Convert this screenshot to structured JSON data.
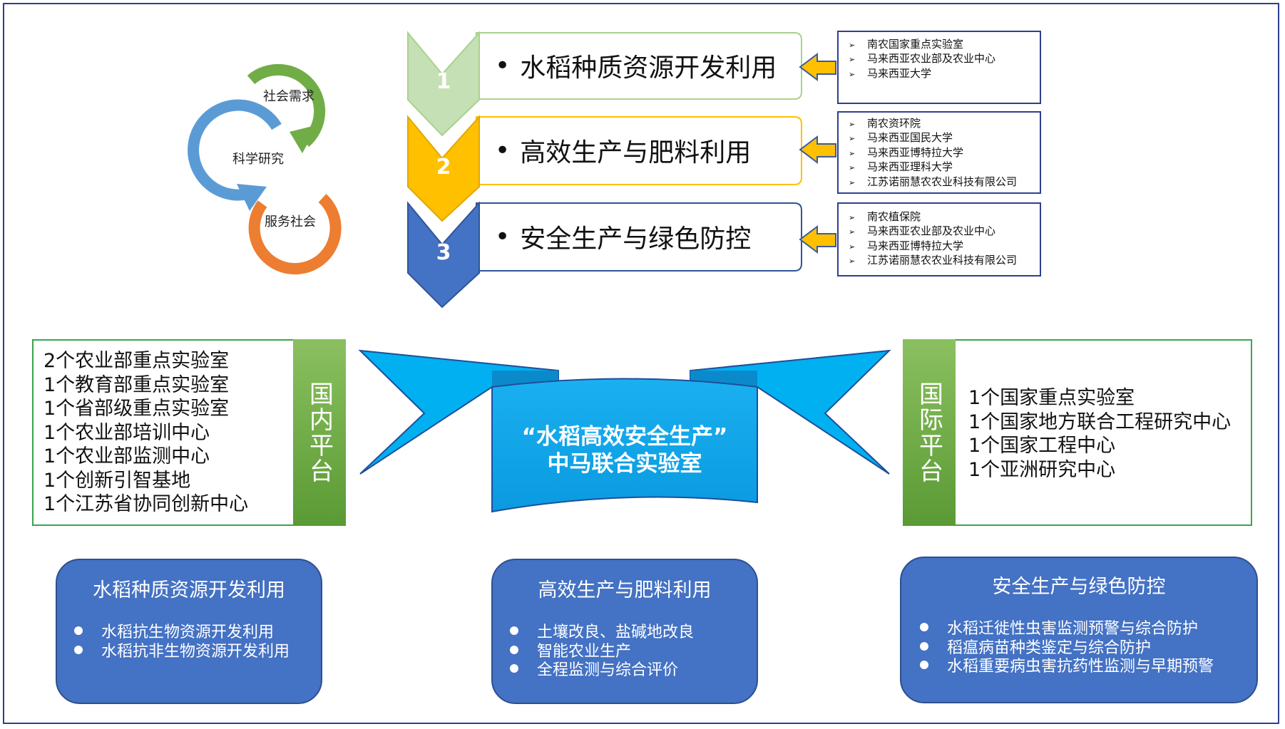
{
  "cycle": [
    "社会需求",
    "科学研究",
    "服务社会"
  ],
  "steps": [
    {
      "num": "1",
      "title": "水稻种质资源开发利用",
      "color": "#c5e0b4",
      "border": "#a9d18e",
      "sources": [
        "南农国家重点实验室",
        "马来西亚农业部及农业中心",
        "马来西亚大学"
      ]
    },
    {
      "num": "2",
      "title": "高效生产与肥料利用",
      "color": "#ffc000",
      "border": "#ffc000",
      "sources": [
        "南农资环院",
        "马来西亚国民大学",
        "马来西亚博特拉大学",
        "马来西亚理科大学",
        "江苏诺丽慧农农业科技有限公司"
      ]
    },
    {
      "num": "3",
      "title": "安全生产与绿色防控",
      "color": "#4472c4",
      "border": "#4472c4",
      "sources": [
        "南农植保院",
        "马来西亚农业部及农业中心",
        "马来西亚博特拉大学",
        "江苏诺丽慧农农业科技有限公司"
      ]
    }
  ],
  "domestic": {
    "label": "国内平台",
    "items": [
      "2个农业部重点实验室",
      "1个教育部重点实验室",
      "1个省部级重点实验室",
      "1个农业部培训中心",
      "1个农业部监测中心",
      "1个创新引智基地",
      "1个江苏省协同创新中心"
    ]
  },
  "international": {
    "label": "国际平台",
    "items": [
      "1个国家重点实验室",
      "1个国家地方联合工程研究中心",
      "1个国家工程中心",
      "1个亚洲研究中心"
    ]
  },
  "center": {
    "line1": "“水稻高效安全生产”",
    "line2": "中马联合实验室"
  },
  "cards": [
    {
      "title": "水稻种质资源开发利用",
      "items": [
        "水稻抗生物资源开发利用",
        "水稻抗非生物资源开发利用"
      ]
    },
    {
      "title": "高效生产与肥料利用",
      "items": [
        "土壤改良、盐碱地改良",
        "智能农业生产",
        "全程监测与综合评价"
      ]
    },
    {
      "title": "安全生产与绿色防控",
      "items": [
        "水稻迁徙性虫害监测预警与综合防护",
        "稻瘟病苗种类鉴定与综合防护",
        "水稻重要病虫害抗药性监测与早期预警"
      ]
    }
  ]
}
